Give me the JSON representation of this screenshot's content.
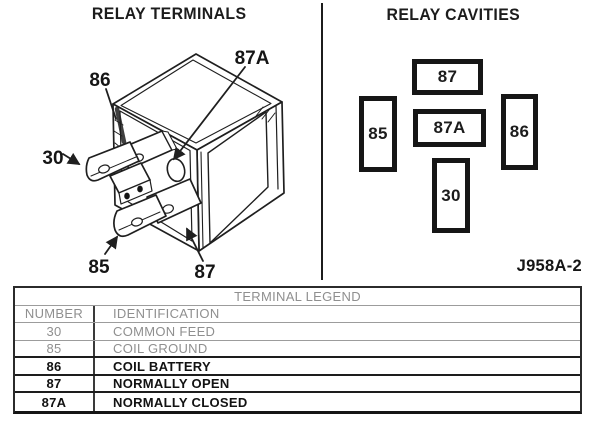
{
  "panels": {
    "terminals": {
      "title": "RELAY TERMINALS",
      "labels": {
        "l86": "86",
        "l87a": "87A",
        "l30": "30",
        "l85": "85",
        "l87": "87"
      }
    },
    "cavities": {
      "title": "RELAY CAVITIES",
      "figure_id": "J958A-2",
      "boxes": [
        {
          "label": "87"
        },
        {
          "label": "85"
        },
        {
          "label": "87A"
        },
        {
          "label": "86"
        },
        {
          "label": "30"
        }
      ]
    }
  },
  "table": {
    "title": "TERMINAL LEGEND",
    "columns": [
      "NUMBER",
      "IDENTIFICATION"
    ],
    "rows": [
      {
        "number": "30",
        "identification": "COMMON FEED",
        "tone": "faded"
      },
      {
        "number": "85",
        "identification": "COIL GROUND",
        "tone": "faded"
      },
      {
        "number": "86",
        "identification": "COIL BATTERY",
        "tone": "dark"
      },
      {
        "number": "87",
        "identification": "NORMALLY OPEN",
        "tone": "dark"
      },
      {
        "number": "87A",
        "identification": "NORMALLY CLOSED",
        "tone": "dark"
      }
    ]
  },
  "colors": {
    "ink": "#1c1c1c",
    "faded_ink": "#8f8f8f",
    "paper": "#ffffff"
  }
}
